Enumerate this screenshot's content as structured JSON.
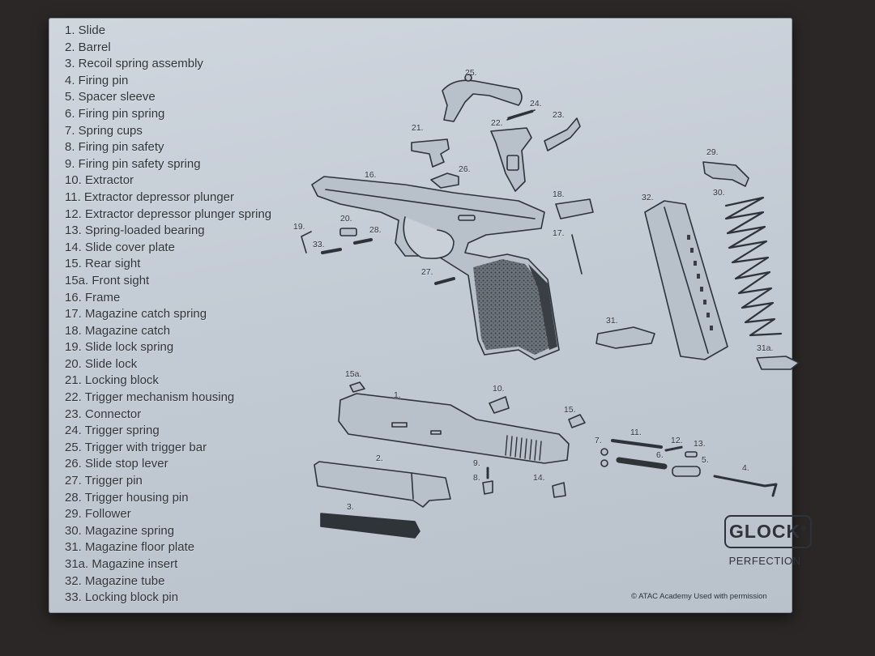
{
  "legend": [
    "1. Slide",
    "2. Barrel",
    "3. Recoil spring assembly",
    "4. Firing pin",
    "5. Spacer sleeve",
    "6. Firing pin spring",
    "7. Spring cups",
    "8. Firing pin safety",
    "9. Firing pin safety spring",
    "10. Extractor",
    "11. Extractor depressor plunger",
    "12. Extractor depressor plunger spring",
    "13. Spring-loaded bearing",
    "14. Slide cover plate",
    "15. Rear sight",
    "15a. Front sight",
    "16. Frame",
    "17. Magazine catch spring",
    "18. Magazine catch",
    "19. Slide lock spring",
    "20. Slide lock",
    "21. Locking block",
    "22. Trigger mechanism housing",
    "23. Connector",
    "24. Trigger spring",
    "25. Trigger with trigger bar",
    "26. Slide stop lever",
    "27. Trigger pin",
    "28. Trigger housing pin",
    "29. Follower",
    "30. Magazine spring",
    "31. Magazine floor plate",
    "31a. Magazine insert",
    "32. Magazine tube",
    "33. Locking block pin"
  ],
  "callouts": [
    {
      "id": "c25",
      "text": "25."
    },
    {
      "id": "c24",
      "text": "24."
    },
    {
      "id": "c22",
      "text": "22."
    },
    {
      "id": "c23",
      "text": "23."
    },
    {
      "id": "c21",
      "text": "21."
    },
    {
      "id": "c26",
      "text": "26."
    },
    {
      "id": "c16",
      "text": "16."
    },
    {
      "id": "c18",
      "text": "18."
    },
    {
      "id": "c17",
      "text": "17."
    },
    {
      "id": "c19",
      "text": "19."
    },
    {
      "id": "c20",
      "text": "20."
    },
    {
      "id": "c28",
      "text": "28."
    },
    {
      "id": "c33",
      "text": "33."
    },
    {
      "id": "c27",
      "text": "27."
    },
    {
      "id": "c29",
      "text": "29."
    },
    {
      "id": "c30",
      "text": "30."
    },
    {
      "id": "c32",
      "text": "32."
    },
    {
      "id": "c31",
      "text": "31."
    },
    {
      "id": "c31a",
      "text": "31a."
    },
    {
      "id": "c15a",
      "text": "15a."
    },
    {
      "id": "c1",
      "text": "1."
    },
    {
      "id": "c10",
      "text": "10."
    },
    {
      "id": "c15",
      "text": "15."
    },
    {
      "id": "c11",
      "text": "11."
    },
    {
      "id": "c7",
      "text": "7."
    },
    {
      "id": "c12",
      "text": "12."
    },
    {
      "id": "c13",
      "text": "13."
    },
    {
      "id": "c6",
      "text": "6."
    },
    {
      "id": "c5",
      "text": "5."
    },
    {
      "id": "c4",
      "text": "4."
    },
    {
      "id": "c2",
      "text": "2."
    },
    {
      "id": "c9",
      "text": "9."
    },
    {
      "id": "c8",
      "text": "8."
    },
    {
      "id": "c14",
      "text": "14."
    },
    {
      "id": "c3",
      "text": "3."
    }
  ],
  "brand": {
    "logo": "GLOCK",
    "registered": "®",
    "tagline": "PERFECTION",
    "credit": "© ATAC Academy Used with permission"
  },
  "colors": {
    "plate": "#c3cbd4",
    "ink": "#2d3338",
    "background": "#2a2726"
  }
}
